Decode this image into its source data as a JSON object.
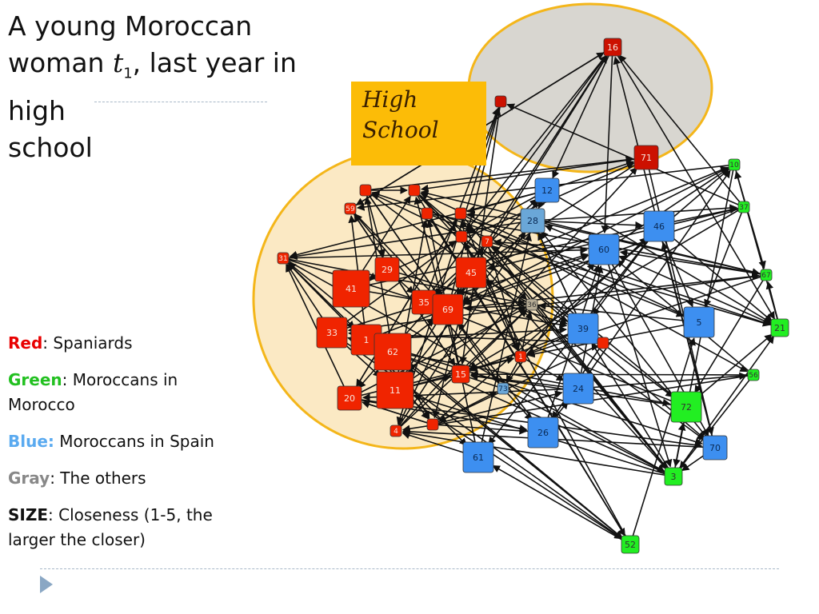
{
  "title": {
    "line1": "A young Moroccan",
    "line2a": "woman ",
    "var": "t",
    "sub": "1",
    "line2b": ", last year in high",
    "line3": "school"
  },
  "highschool_label": {
    "line1": "High",
    "line2": "School"
  },
  "legend": [
    {
      "key": "Red",
      "sep": ":",
      "text": "  Spaniards",
      "color": "#e80000"
    },
    {
      "key": "Green",
      "sep": ": ",
      "text": "Moroccans in Morocco",
      "color": "#22c020"
    },
    {
      "key": "Blue:",
      "sep": "",
      "text": " Moroccans in Spain",
      "color": "#5aaaf0"
    },
    {
      "key": "Gray",
      "sep": ":",
      "text": "  The others",
      "color": "#888888"
    },
    {
      "key": "SIZE",
      "sep": ":",
      "text": " Closeness (1-5, the larger the closer)",
      "color": "#111111"
    }
  ],
  "colors": {
    "spaniard": "#f02400",
    "spaniard_dark": "#cc1100",
    "moroccan_spain": "#3d8ff0",
    "moroccan_morocco": "#22ee22",
    "other": "#b7ad96",
    "mixed": "#6aa7d8",
    "highschool_fill": "#fbe9c4",
    "highschool_border": "#f4b61a",
    "group_fill": "#d8d6d0",
    "edge": "#111111"
  },
  "nodes": [
    {
      "id": "16",
      "group": "spaniard_dark",
      "size": 2
    },
    {
      "id": "",
      "group": "spaniard_dark",
      "size": 1
    },
    {
      "id": "71",
      "group": "spaniard_dark",
      "size": 3
    },
    {
      "id": "10",
      "group": "moroccan_morocco",
      "size": 1
    },
    {
      "id": "12",
      "group": "moroccan_spain",
      "size": 3
    },
    {
      "id": "28",
      "group": "mixed",
      "size": 3
    },
    {
      "id": "37",
      "group": "moroccan_morocco",
      "size": 1
    },
    {
      "id": "46",
      "group": "moroccan_spain",
      "size": 4
    },
    {
      "id": "60",
      "group": "moroccan_spain",
      "size": 4
    },
    {
      "id": "67",
      "group": "moroccan_morocco",
      "size": 1
    },
    {
      "id": "36",
      "group": "other",
      "size": 1
    },
    {
      "id": "5",
      "group": "moroccan_spain",
      "size": 4
    },
    {
      "id": "21",
      "group": "moroccan_morocco",
      "size": 2
    },
    {
      "id": "39",
      "group": "moroccan_spain",
      "size": 4
    },
    {
      "id": "",
      "group": "spaniard",
      "size": 1
    },
    {
      "id": "56",
      "group": "moroccan_morocco",
      "size": 1
    },
    {
      "id": "24",
      "group": "moroccan_spain",
      "size": 4
    },
    {
      "id": "72",
      "group": "moroccan_morocco",
      "size": 4
    },
    {
      "id": "73",
      "group": "mixed",
      "size": 1
    },
    {
      "id": "26",
      "group": "moroccan_spain",
      "size": 4
    },
    {
      "id": "70",
      "group": "moroccan_spain",
      "size": 3
    },
    {
      "id": "61",
      "group": "moroccan_spain",
      "size": 4
    },
    {
      "id": "3",
      "group": "moroccan_morocco",
      "size": 2
    },
    {
      "id": "52",
      "group": "moroccan_morocco",
      "size": 2
    },
    {
      "id": "",
      "group": "spaniard",
      "size": 1
    },
    {
      "id": "",
      "group": "spaniard",
      "size": 1
    },
    {
      "id": "59",
      "group": "spaniard",
      "size": 1
    },
    {
      "id": "",
      "group": "spaniard",
      "size": 1
    },
    {
      "id": "",
      "group": "spaniard",
      "size": 1
    },
    {
      "id": "7",
      "group": "spaniard",
      "size": 1
    },
    {
      "id": "",
      "group": "spaniard",
      "size": 1
    },
    {
      "id": "31",
      "group": "spaniard",
      "size": 1
    },
    {
      "id": "29",
      "group": "spaniard",
      "size": 3
    },
    {
      "id": "45",
      "group": "spaniard",
      "size": 4
    },
    {
      "id": "41",
      "group": "spaniard",
      "size": 5
    },
    {
      "id": "35",
      "group": "spaniard",
      "size": 3
    },
    {
      "id": "69",
      "group": "spaniard",
      "size": 4
    },
    {
      "id": "33",
      "group": "spaniard",
      "size": 4
    },
    {
      "id": "1",
      "group": "spaniard",
      "size": 4
    },
    {
      "id": "62",
      "group": "spaniard",
      "size": 5
    },
    {
      "id": "15",
      "group": "spaniard",
      "size": 2
    },
    {
      "id": "1",
      "group": "spaniard",
      "size": 1
    },
    {
      "id": "20",
      "group": "spaniard",
      "size": 3
    },
    {
      "id": "11",
      "group": "spaniard",
      "size": 5
    },
    {
      "id": "4",
      "group": "spaniard",
      "size": 1
    },
    {
      "id": "",
      "group": "spaniard",
      "size": 1
    }
  ]
}
